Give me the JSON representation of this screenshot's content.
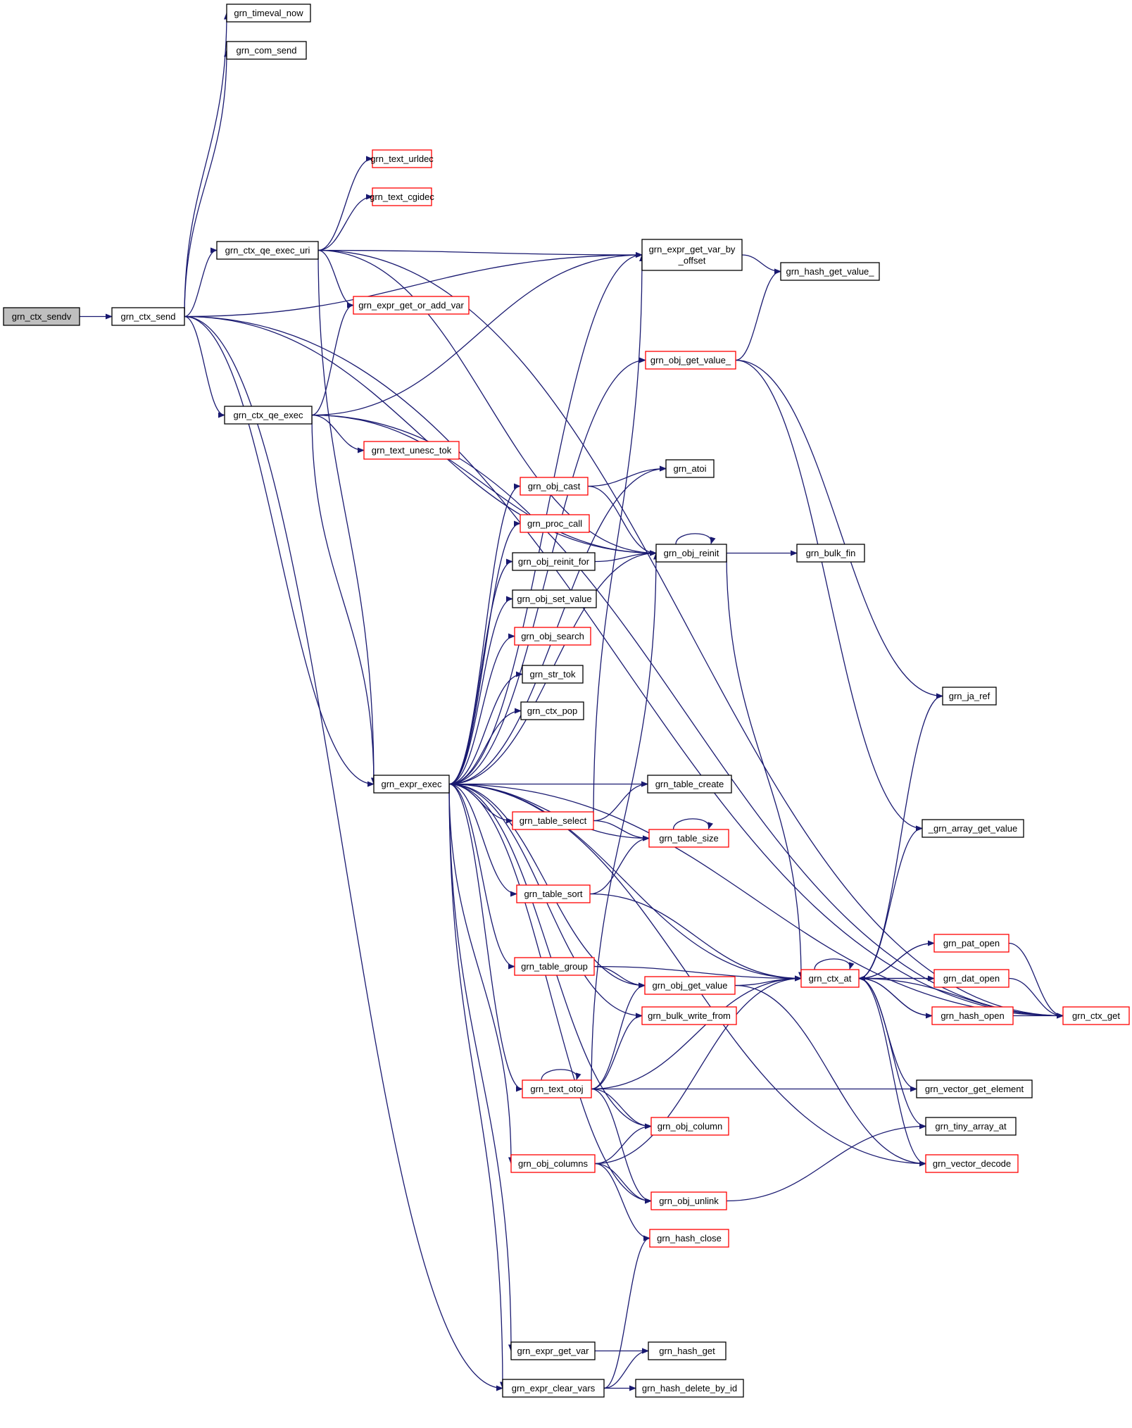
{
  "graph": {
    "colors": {
      "edge": "#191970",
      "node_fill": "#ffffff",
      "root_fill": "#bfbfbf",
      "border_default": "#000000",
      "border_truncated": "#ff0000"
    },
    "nodes": [
      {
        "id": "n0",
        "label": "grn_ctx_sendv",
        "style": "root"
      },
      {
        "id": "n1",
        "label": "grn_ctx_send",
        "style": "normal"
      },
      {
        "id": "n2",
        "label": "grn_timeval_now",
        "style": "normal"
      },
      {
        "id": "n3",
        "label": "grn_com_send",
        "style": "normal"
      },
      {
        "id": "n4",
        "label": "grn_ctx_qe_exec_uri",
        "style": "normal"
      },
      {
        "id": "n5",
        "label": "grn_text_urldec",
        "style": "truncated"
      },
      {
        "id": "n6",
        "label": "grn_text_cgidec",
        "style": "truncated"
      },
      {
        "id": "n7",
        "label": "grn_expr_get_or_add_var",
        "style": "truncated"
      },
      {
        "id": "n8",
        "label": "grn_ctx_qe_exec",
        "style": "normal"
      },
      {
        "id": "n9",
        "label": "grn_text_unesc_tok",
        "style": "truncated"
      },
      {
        "id": "n10",
        "label": "grn_expr_get_var_by\n_offset",
        "style": "normal"
      },
      {
        "id": "n11",
        "label": "grn_hash_get_value_",
        "style": "normal"
      },
      {
        "id": "n12",
        "label": "grn_obj_get_value_",
        "style": "truncated"
      },
      {
        "id": "n13",
        "label": "grn_atoi",
        "style": "normal"
      },
      {
        "id": "n14",
        "label": "grn_obj_cast",
        "style": "truncated"
      },
      {
        "id": "n15",
        "label": "grn_proc_call",
        "style": "truncated"
      },
      {
        "id": "n16",
        "label": "grn_obj_reinit_for",
        "style": "normal"
      },
      {
        "id": "n17",
        "label": "grn_obj_reinit",
        "style": "normal"
      },
      {
        "id": "n18",
        "label": "grn_bulk_fin",
        "style": "normal"
      },
      {
        "id": "n19",
        "label": "grn_obj_set_value",
        "style": "normal"
      },
      {
        "id": "n20",
        "label": "grn_obj_search",
        "style": "truncated"
      },
      {
        "id": "n21",
        "label": "grn_str_tok",
        "style": "normal"
      },
      {
        "id": "n22",
        "label": "grn_ctx_pop",
        "style": "normal"
      },
      {
        "id": "n23",
        "label": "grn_expr_exec",
        "style": "normal"
      },
      {
        "id": "n24",
        "label": "grn_table_create",
        "style": "normal"
      },
      {
        "id": "n25",
        "label": "grn_table_select",
        "style": "truncated"
      },
      {
        "id": "n26",
        "label": "grn_table_size",
        "style": "truncated"
      },
      {
        "id": "n27",
        "label": "grn_table_sort",
        "style": "truncated"
      },
      {
        "id": "n28",
        "label": "grn_ja_ref",
        "style": "normal"
      },
      {
        "id": "n29",
        "label": "_grn_array_get_value",
        "style": "normal"
      },
      {
        "id": "n30",
        "label": "grn_table_group",
        "style": "truncated"
      },
      {
        "id": "n31",
        "label": "grn_obj_get_value",
        "style": "truncated"
      },
      {
        "id": "n32",
        "label": "grn_ctx_at",
        "style": "truncated"
      },
      {
        "id": "n33",
        "label": "grn_pat_open",
        "style": "truncated"
      },
      {
        "id": "n34",
        "label": "grn_dat_open",
        "style": "truncated"
      },
      {
        "id": "n35",
        "label": "grn_hash_open",
        "style": "truncated"
      },
      {
        "id": "n36",
        "label": "grn_ctx_get",
        "style": "truncated"
      },
      {
        "id": "n37",
        "label": "grn_bulk_write_from",
        "style": "truncated"
      },
      {
        "id": "n38",
        "label": "grn_text_otoj",
        "style": "truncated"
      },
      {
        "id": "n39",
        "label": "grn_vector_get_element",
        "style": "normal"
      },
      {
        "id": "n40",
        "label": "grn_obj_column",
        "style": "truncated"
      },
      {
        "id": "n41",
        "label": "grn_tiny_array_at",
        "style": "normal"
      },
      {
        "id": "n42",
        "label": "grn_obj_columns",
        "style": "truncated"
      },
      {
        "id": "n43",
        "label": "grn_vector_decode",
        "style": "truncated"
      },
      {
        "id": "n44",
        "label": "grn_obj_unlink",
        "style": "truncated"
      },
      {
        "id": "n45",
        "label": "grn_hash_close",
        "style": "truncated"
      },
      {
        "id": "n46",
        "label": "grn_expr_get_var",
        "style": "normal"
      },
      {
        "id": "n47",
        "label": "grn_hash_get",
        "style": "normal"
      },
      {
        "id": "n48",
        "label": "grn_expr_clear_vars",
        "style": "normal"
      },
      {
        "id": "n49",
        "label": "grn_hash_delete_by_id",
        "style": "normal"
      }
    ],
    "edges": [
      [
        "n0",
        "n1"
      ],
      [
        "n1",
        "n2"
      ],
      [
        "n1",
        "n3"
      ],
      [
        "n1",
        "n4"
      ],
      [
        "n1",
        "n8"
      ],
      [
        "n1",
        "n23"
      ],
      [
        "n1",
        "n10"
      ],
      [
        "n1",
        "n17"
      ],
      [
        "n1",
        "n48"
      ],
      [
        "n1",
        "n36"
      ],
      [
        "n4",
        "n5"
      ],
      [
        "n4",
        "n6"
      ],
      [
        "n4",
        "n7"
      ],
      [
        "n4",
        "n10"
      ],
      [
        "n4",
        "n23"
      ],
      [
        "n4",
        "n17"
      ],
      [
        "n4",
        "n36"
      ],
      [
        "n8",
        "n7"
      ],
      [
        "n8",
        "n9"
      ],
      [
        "n8",
        "n10"
      ],
      [
        "n8",
        "n17"
      ],
      [
        "n8",
        "n23"
      ],
      [
        "n8",
        "n36"
      ],
      [
        "n10",
        "n11"
      ],
      [
        "n12",
        "n11"
      ],
      [
        "n12",
        "n28"
      ],
      [
        "n12",
        "n29"
      ],
      [
        "n23",
        "n10"
      ],
      [
        "n23",
        "n12"
      ],
      [
        "n23",
        "n13"
      ],
      [
        "n23",
        "n14"
      ],
      [
        "n23",
        "n15"
      ],
      [
        "n23",
        "n16"
      ],
      [
        "n23",
        "n19"
      ],
      [
        "n23",
        "n20"
      ],
      [
        "n23",
        "n21"
      ],
      [
        "n23",
        "n22"
      ],
      [
        "n23",
        "n17"
      ],
      [
        "n23",
        "n24"
      ],
      [
        "n23",
        "n25"
      ],
      [
        "n23",
        "n26"
      ],
      [
        "n23",
        "n27"
      ],
      [
        "n23",
        "n32"
      ],
      [
        "n23",
        "n30"
      ],
      [
        "n23",
        "n31"
      ],
      [
        "n23",
        "n37"
      ],
      [
        "n23",
        "n38"
      ],
      [
        "n23",
        "n40"
      ],
      [
        "n23",
        "n42"
      ],
      [
        "n23",
        "n44"
      ],
      [
        "n23",
        "n43"
      ],
      [
        "n23",
        "n36"
      ],
      [
        "n23",
        "n46"
      ],
      [
        "n23",
        "n48"
      ],
      [
        "n14",
        "n13"
      ],
      [
        "n14",
        "n17"
      ],
      [
        "n16",
        "n17"
      ],
      [
        "n17",
        "n17"
      ],
      [
        "n17",
        "n18"
      ],
      [
        "n17",
        "n32"
      ],
      [
        "n25",
        "n10"
      ],
      [
        "n25",
        "n24"
      ],
      [
        "n25",
        "n26"
      ],
      [
        "n26",
        "n26"
      ],
      [
        "n27",
        "n26"
      ],
      [
        "n27",
        "n32"
      ],
      [
        "n30",
        "n32"
      ],
      [
        "n30",
        "n31"
      ],
      [
        "n31",
        "n32"
      ],
      [
        "n31",
        "n43"
      ],
      [
        "n32",
        "n32"
      ],
      [
        "n32",
        "n28"
      ],
      [
        "n32",
        "n29"
      ],
      [
        "n32",
        "n33"
      ],
      [
        "n32",
        "n34"
      ],
      [
        "n32",
        "n35"
      ],
      [
        "n32",
        "n39"
      ],
      [
        "n32",
        "n41"
      ],
      [
        "n32",
        "n43"
      ],
      [
        "n33",
        "n32"
      ],
      [
        "n33",
        "n36"
      ],
      [
        "n34",
        "n32"
      ],
      [
        "n34",
        "n36"
      ],
      [
        "n35",
        "n32"
      ],
      [
        "n35",
        "n36"
      ],
      [
        "n36",
        "n32"
      ],
      [
        "n38",
        "n38"
      ],
      [
        "n38",
        "n17"
      ],
      [
        "n38",
        "n31"
      ],
      [
        "n38",
        "n37"
      ],
      [
        "n38",
        "n32"
      ],
      [
        "n38",
        "n39"
      ],
      [
        "n38",
        "n40"
      ],
      [
        "n38",
        "n44"
      ],
      [
        "n42",
        "n40"
      ],
      [
        "n42",
        "n32"
      ],
      [
        "n42",
        "n44"
      ],
      [
        "n42",
        "n45"
      ],
      [
        "n44",
        "n41"
      ],
      [
        "n46",
        "n47"
      ],
      [
        "n48",
        "n45"
      ],
      [
        "n48",
        "n47"
      ],
      [
        "n48",
        "n49"
      ]
    ]
  }
}
